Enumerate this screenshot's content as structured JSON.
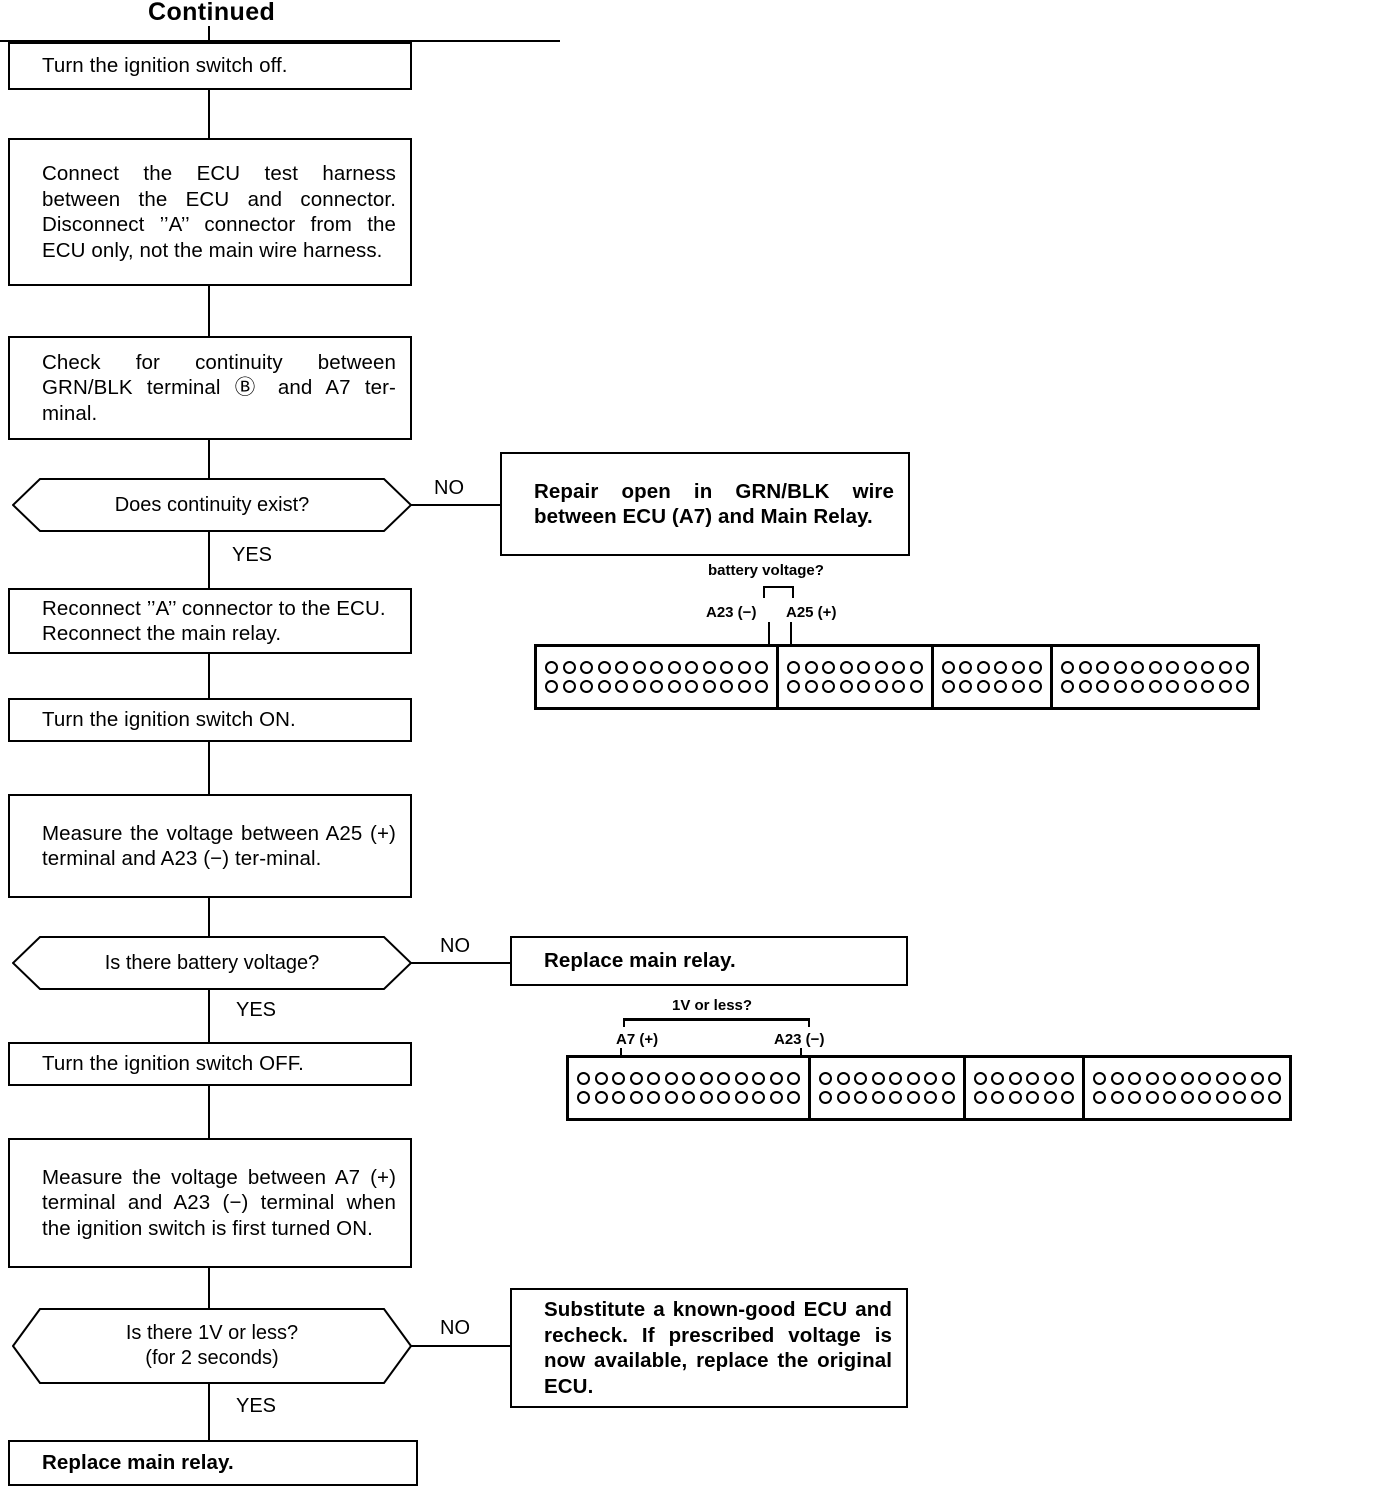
{
  "diagram": {
    "header": "Continued",
    "yes_label": "YES",
    "no_label": "NO"
  },
  "steps": {
    "s1": "Turn the ignition switch off.",
    "s2": "Connect the ECU test harness between the ECU and connector. Disconnect ’’A’’ connector from the ECU only, not the main wire harness.",
    "s3": "Check for continuity between GRN/BLK terminal Ⓑ and A7 ter-minal.",
    "s4": "Reconnect ’’A’’ connector to the ECU. Reconnect the main relay.",
    "s5": "Turn the ignition switch ON.",
    "s6": "Measure the voltage between A25 (+) terminal and A23 (−) ter-minal.",
    "s7": "Turn the ignition switch OFF.",
    "s8": "Measure the voltage between A7 (+) terminal and A23 (−) terminal when the ignition switch is first turned ON.",
    "s9": "Replace main relay."
  },
  "decisions": {
    "d1": "Does continuity exist?",
    "d2": "Is there battery voltage?",
    "d3_line1": "Is there 1V or less?",
    "d3_line2": "(for 2 seconds)"
  },
  "outcomes": {
    "o1": "Repair open in GRN/BLK wire between ECU (A7) and Main Relay.",
    "o2": "Replace main relay.",
    "o3": "Substitute a known-good ECU and recheck. If prescribed voltage is now available, replace the original ECU."
  },
  "connector1": {
    "measure_label": "battery voltage?",
    "pin_left": "A23 (−)",
    "pin_right": "A25 (+)",
    "blocks": [
      13,
      8,
      6,
      11
    ]
  },
  "connector2": {
    "measure_label": "1V or less?",
    "pin_left": "A7 (+)",
    "pin_right": "A23 (−)",
    "blocks": [
      13,
      8,
      6,
      11
    ]
  },
  "colors": {
    "ink": "#000000",
    "paper": "#ffffff"
  }
}
